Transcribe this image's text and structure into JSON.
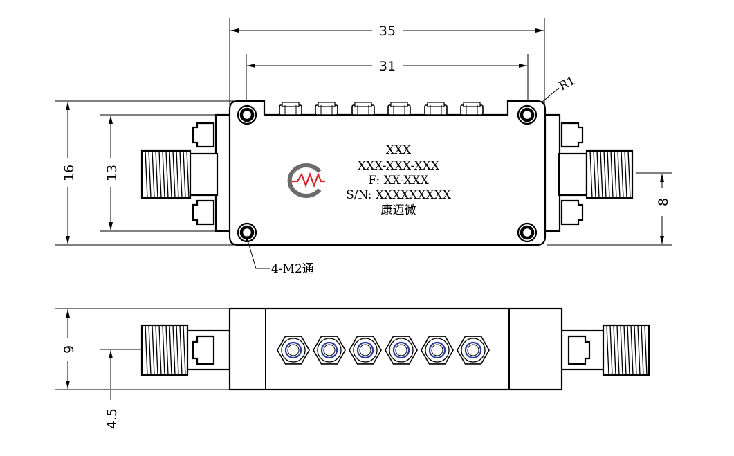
{
  "dimensions": {
    "top_width_outer": "35",
    "top_width_inner": "31",
    "radius": "R1",
    "height_outer": "16",
    "height_inner": "13",
    "connector_offset": "8",
    "side_height": "9",
    "side_offset": "4.5"
  },
  "annotations": {
    "mount_holes": "4-M2通"
  },
  "label": {
    "line1": "XXX",
    "line2": "XXX-XXX-XXX",
    "line3": "F: XX-XXX",
    "line4": "S/N: XXXXXXXXX",
    "line5": "康迈微"
  },
  "colors": {
    "logo_red": "#d8282a",
    "logo_gray": "#6b6b6b",
    "terminal_blue": "#2a3a9a"
  }
}
